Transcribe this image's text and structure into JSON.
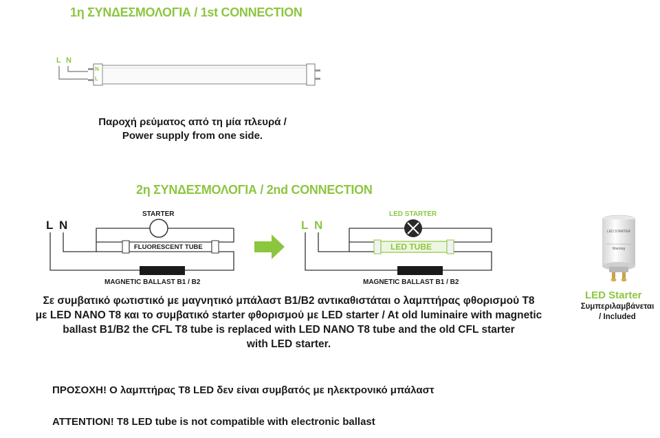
{
  "section1": {
    "title": "1η ΣΥΝΔΕΣΜΟΛΟΓΙΑ / 1st CONNECTION",
    "l_label": "L",
    "n_label": "N",
    "pin_n": "N",
    "pin_l": "L",
    "caption_line1": "Παροχή ρεύματος από τη μία πλευρά /",
    "caption_line2": "Power supply from one side."
  },
  "section2": {
    "title": "2η ΣΥΝΔΕΣΜΟΛΟΓΙΑ / 2nd CONNECTION",
    "left_diagram": {
      "l_label": "L",
      "n_label": "N",
      "starter_label": "STARTER",
      "tube_label": "FLUORESCENT TUBE",
      "ballast_label": "MAGNETIC BALLAST B1 / B2"
    },
    "right_diagram": {
      "l_label": "L",
      "n_label": "N",
      "starter_label": "LED STARTER",
      "tube_label": "LED TUBE",
      "ballast_label": "MAGNETIC BALLAST B1 / B2"
    },
    "description_line1": "Σε συμβατικό φωτιστικό με μαγνητικό μπάλαστ B1/B2 αντικαθιστάται ο λαμπτήρας φθορισμού T8",
    "description_line2": "με LED NANO T8 και το συμβατικό starter φθορισμού με LED starter  / At old luminaire with magnetic",
    "description_line3": "ballast B1/B2 the CFL T8 tube is replaced with LED NANO T8 tube and the old CFL starter",
    "description_line4": "with LED starter."
  },
  "product": {
    "name": "LED Starter",
    "included_line1": "Συμπεριλαμβάνεται",
    "included_line2": "/ Included",
    "body_text1": "LED STARTER",
    "body_text2": "Warning"
  },
  "warnings": {
    "greek": "ΠΡΟΣΟΧΗ! Ο λαμπτήρας T8 LED  δεν είναι συμβατός με ηλεκτρονικό μπάλαστ",
    "english": "ATTENTION! T8 LED  tube is not compatible with electronic ballast"
  },
  "colors": {
    "accent": "#8cc63f",
    "text": "#1a1a1a"
  }
}
